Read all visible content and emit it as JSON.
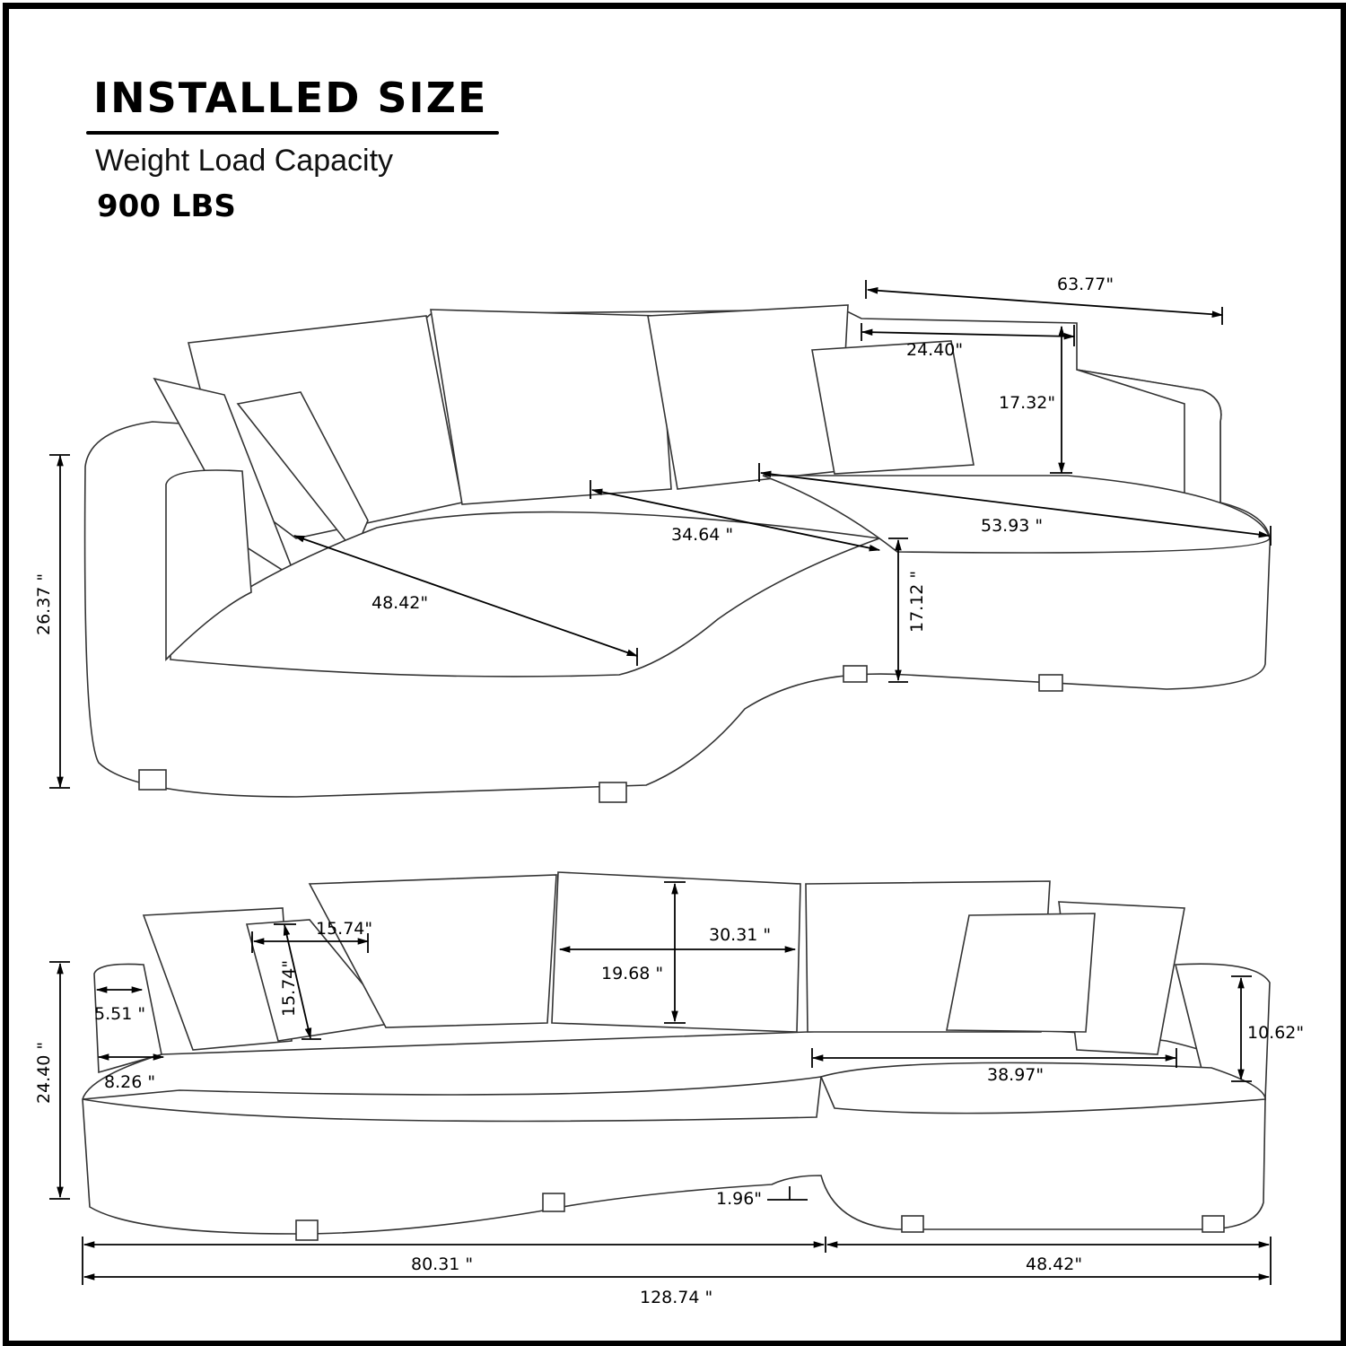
{
  "header": {
    "title": "INSTALLED SIZE",
    "subtitle": "Weight Load Capacity",
    "capacity": "900 LBS"
  },
  "top_view": {
    "overall_chaise_width": "63.77\"",
    "pillow_width": "24.40\"",
    "pillow_height": "17.32\"",
    "seat_depth_middle": "34.64 \"",
    "chaise_length": "53.93 \"",
    "seat_depth_left": "48.42\"",
    "seat_height": "17.12 \"",
    "overall_height": "26.37 \""
  },
  "front_view": {
    "small_pillow_width": "15.74\"",
    "small_pillow_height": "15.74\"",
    "back_cushion_width": "30.31 \"",
    "back_cushion_height": "19.68 \"",
    "arm_width_top": "5.51 \"",
    "arm_width_bottom": "8.26 \"",
    "overall_height": "24.40 \"",
    "arm_height": "10.62\"",
    "chaise_seat_width": "38.97\"",
    "leg_height": "1.96\"",
    "sofa_length": "80.31 \"",
    "chaise_width": "48.42\"",
    "total_length": "128.74 \""
  }
}
